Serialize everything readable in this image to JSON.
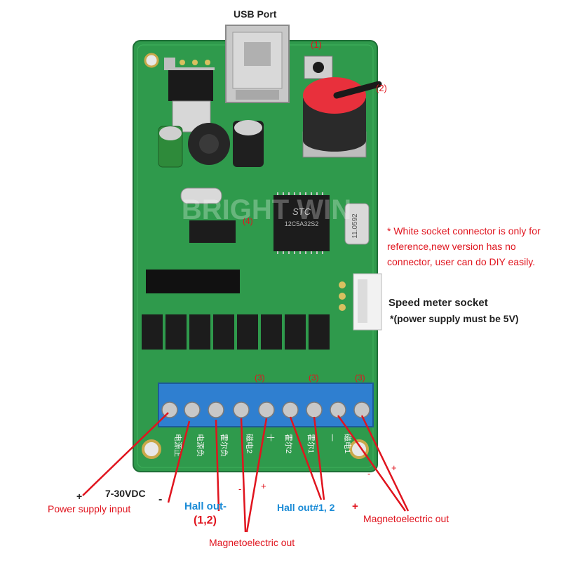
{
  "labels": {
    "usb_port": "USB Port",
    "marker_1": "(1)",
    "marker_2": "(2)",
    "marker_3a": "(3)",
    "marker_3b": "(3)",
    "marker_3c": "(3)",
    "marker_4": "(4)",
    "socket_note": "* White socket connector is only for reference,new version has no connector, user can do DIY easily.",
    "speed_meter_title": "Speed meter socket",
    "speed_meter_note": "*(power supply must be 5V)",
    "voltage": "7-30VDC",
    "power_input": "Power supply input",
    "plus_power": "+",
    "minus_power": "-",
    "hall_out_minus": "Hall out-",
    "hall_out_minus_ch": "(1,2)",
    "hall_out_plus": "Hall out#1, 2",
    "plus_hall": "+",
    "minus_mag1": "-",
    "plus_mag1": "+",
    "magneto_out_1": "Magnetoelectric out",
    "minus_mag2": "-",
    "plus_mag2": "+",
    "magneto_out_2": "Magnetoelectric out",
    "watermark": "BRIGHT WIN"
  },
  "board": {
    "chip_brand": "STC",
    "chip_model": "12C5A32S2",
    "crystal": "11.0592",
    "terminal_labels": [
      "电源正",
      "电源负",
      "霍尔负",
      "磁电2",
      "十",
      "霍尔2",
      "霍尔1",
      "一",
      "磁电1"
    ]
  },
  "colors": {
    "pcb": "#2f9a4c",
    "terminal": "#2f7fd0",
    "callout": "#e0141e",
    "hall": "#1a8bd6",
    "knob": "#e8303c"
  }
}
